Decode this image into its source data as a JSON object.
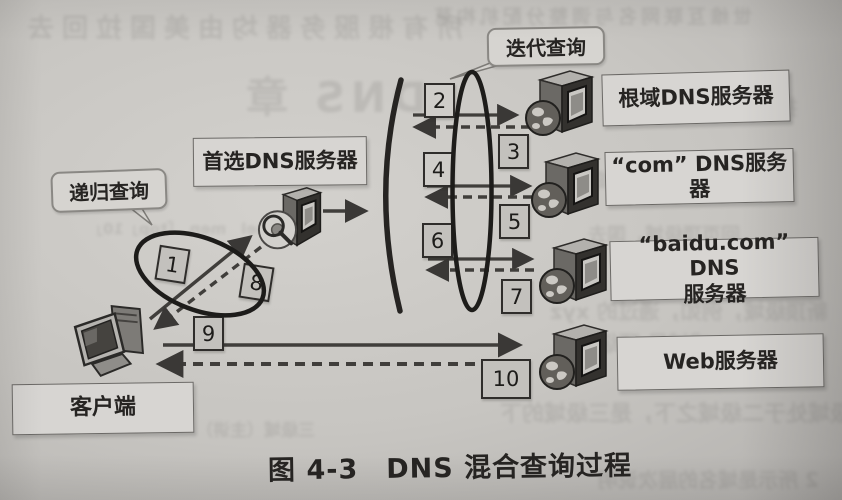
{
  "figure": {
    "caption": "图 4-3　DNS 混合查询过程"
  },
  "bubbles": {
    "iterative": "迭代查询",
    "recursive": "递归查询"
  },
  "nodes": {
    "preferred_dns": "首选DNS服务器",
    "root_dns": "根域DNS服务器",
    "com_dns": "“com” DNS服务器",
    "baidu_dns_line1": "“baidu.com” DNS",
    "baidu_dns_line2": "服务器",
    "web": "Web服务器",
    "client": "客户端"
  },
  "steps": [
    "1",
    "2",
    "3",
    "4",
    "5",
    "6",
    "7",
    "8",
    "9",
    "10"
  ],
  "icons": [
    "client-computer-icon",
    "preferred-dns-server-icon",
    "root-dns-server-icon",
    "com-dns-server-icon",
    "baidu-dns-server-icon",
    "web-server-icon"
  ],
  "colors": {
    "paper": "#c7c5c1",
    "ink": "#262422",
    "line": "#403e3b",
    "box_fill": "#d7d5d2",
    "box_border": "#6b6966",
    "number_fill": "#c3c1bd",
    "ellipse_stroke": "#1d1c1a"
  },
  "ghost_texts": [
    "所有根服务器均由美国拉回去",
    "世维互联网名与调整分配机构草",
    "DNS 章",
    "批回（ICANN）统",
    "用于和地区顶级域",
    "回页顶级域，国去",
    "新顶级域，例如，通过的 xyz",
    "或域是 顶级域之",
    "级域处于二级域之下，是三级域的下",
    "三级域（主讲）",
    "2 所示是域名的层次说明",
    "nel　men　「top」10」"
  ]
}
